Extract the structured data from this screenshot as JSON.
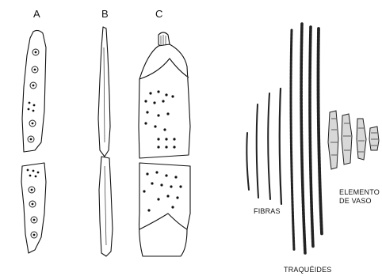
{
  "labels": {
    "panel_a": "A",
    "panel_b": "B",
    "panel_c": "C",
    "fibras": "FIBRAS",
    "traqueides": "TRAQUÉIDES",
    "elemento_line1": "ELEMENTO",
    "elemento_line2": "DE VASO"
  },
  "colors": {
    "ink": "#111111",
    "background": "#ffffff",
    "vessel_fill": "#d8d8d8"
  }
}
